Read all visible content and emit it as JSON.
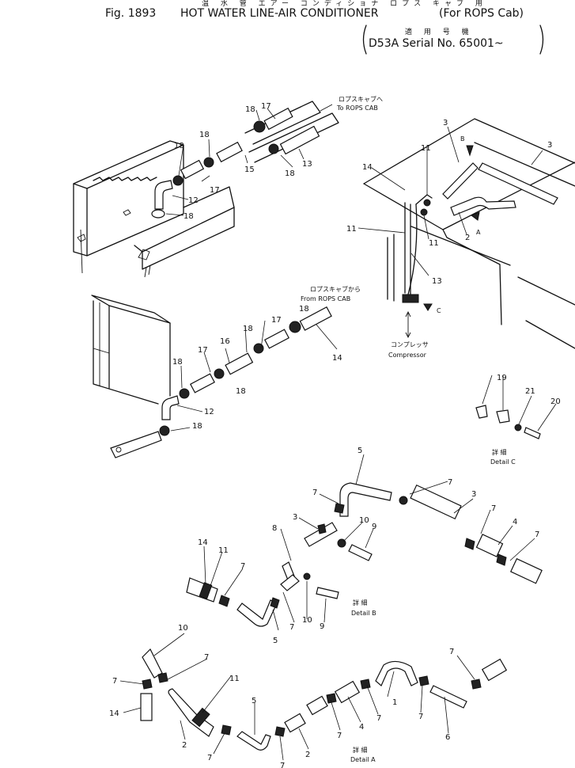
{
  "header": {
    "jp_title": "温 水 管 エアー コンディショナ ロプス キャブ 用",
    "fig_label": "Fig. 1893",
    "title": "HOT WATER LINE-AIR CONDITIONER",
    "subtitle": "(For ROPS Cab)",
    "jp_applicable": "適 用 号 機",
    "serial": "D53A Serial No. 65001~"
  },
  "annotations": {
    "to_rops_jp": "ロプスキャブへ",
    "to_rops": "To ROPS CAB",
    "from_rops_jp": "ロプスキャブから",
    "from_rops": "From ROPS CAB",
    "compressor_jp": "コンプレッサ",
    "compressor": "Compressor",
    "detail_jp": "詳 細",
    "detail_a": "Detail A",
    "detail_b": "Detail B",
    "detail_c": "Detail C",
    "view_a": "A",
    "view_b": "B",
    "view_c": "C"
  },
  "callouts": [
    "1",
    "2",
    "3",
    "4",
    "5",
    "6",
    "7",
    "8",
    "9",
    "10",
    "11",
    "12",
    "13",
    "14",
    "15",
    "16",
    "17",
    "18",
    "19",
    "20",
    "21"
  ]
}
